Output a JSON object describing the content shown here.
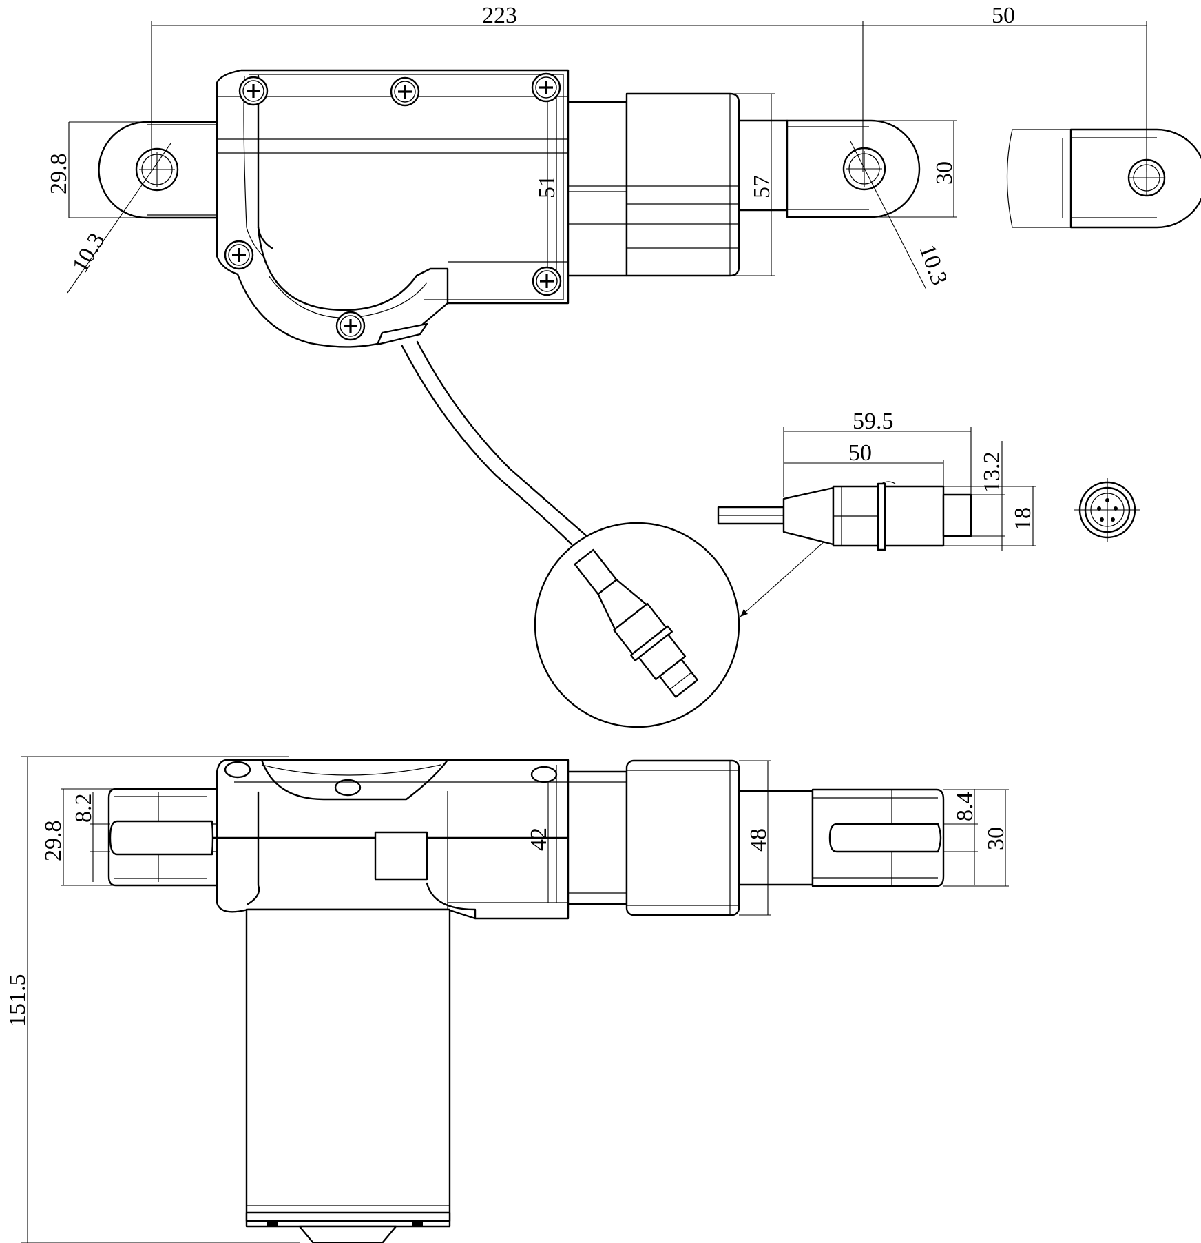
{
  "dimensions": {
    "top_total_length": "223",
    "top_stroke": "50",
    "top_rear_eye_height": "29.8",
    "top_rear_hole_diameter": "10.3",
    "top_housing_height": "51",
    "top_tube_height": "57",
    "top_front_eye_height": "30",
    "top_front_hole_diameter": "10.3",
    "connector_total_length": "59.5",
    "connector_body_length": "50",
    "connector_tip_diameter": "13.2",
    "connector_sleeve_diameter": "18",
    "bottom_rear_clevis_height": "29.8",
    "bottom_rear_slot_width": "8.2",
    "bottom_housing_height": "42",
    "bottom_tube_height": "48",
    "bottom_front_slot_width": "8.4",
    "bottom_front_clevis_height": "30",
    "bottom_total_height": "151.5"
  },
  "icons": {
    "screw": "phillips-screw-icon",
    "crosshair": "hole-center-crosshair-icon",
    "connector_pins": "connector-pin-face-icon"
  }
}
